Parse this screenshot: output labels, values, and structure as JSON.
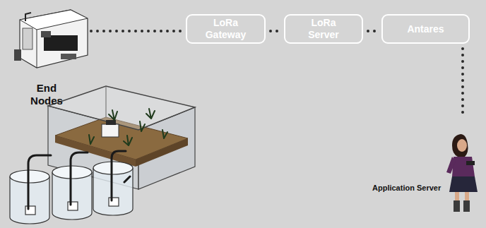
{
  "diagram": {
    "nodes": [
      {
        "text": [
          "End Nodes"
        ]
      },
      {
        "text": [
          "LoRa Gateway"
        ]
      },
      {
        "text": [
          "LoRa Server"
        ]
      },
      {
        "text": [
          "Antares"
        ]
      },
      {
        "text": [
          "Application Server"
        ]
      }
    ],
    "edges": [
      {
        "from": 0,
        "to": 1,
        "arrow": "none"
      },
      {
        "from": 1,
        "to": 2,
        "arrow": "none"
      },
      {
        "from": 2,
        "to": 3,
        "arrow": "none"
      },
      {
        "from": 3,
        "to": 4,
        "arrow": "none"
      }
    ]
  }
}
